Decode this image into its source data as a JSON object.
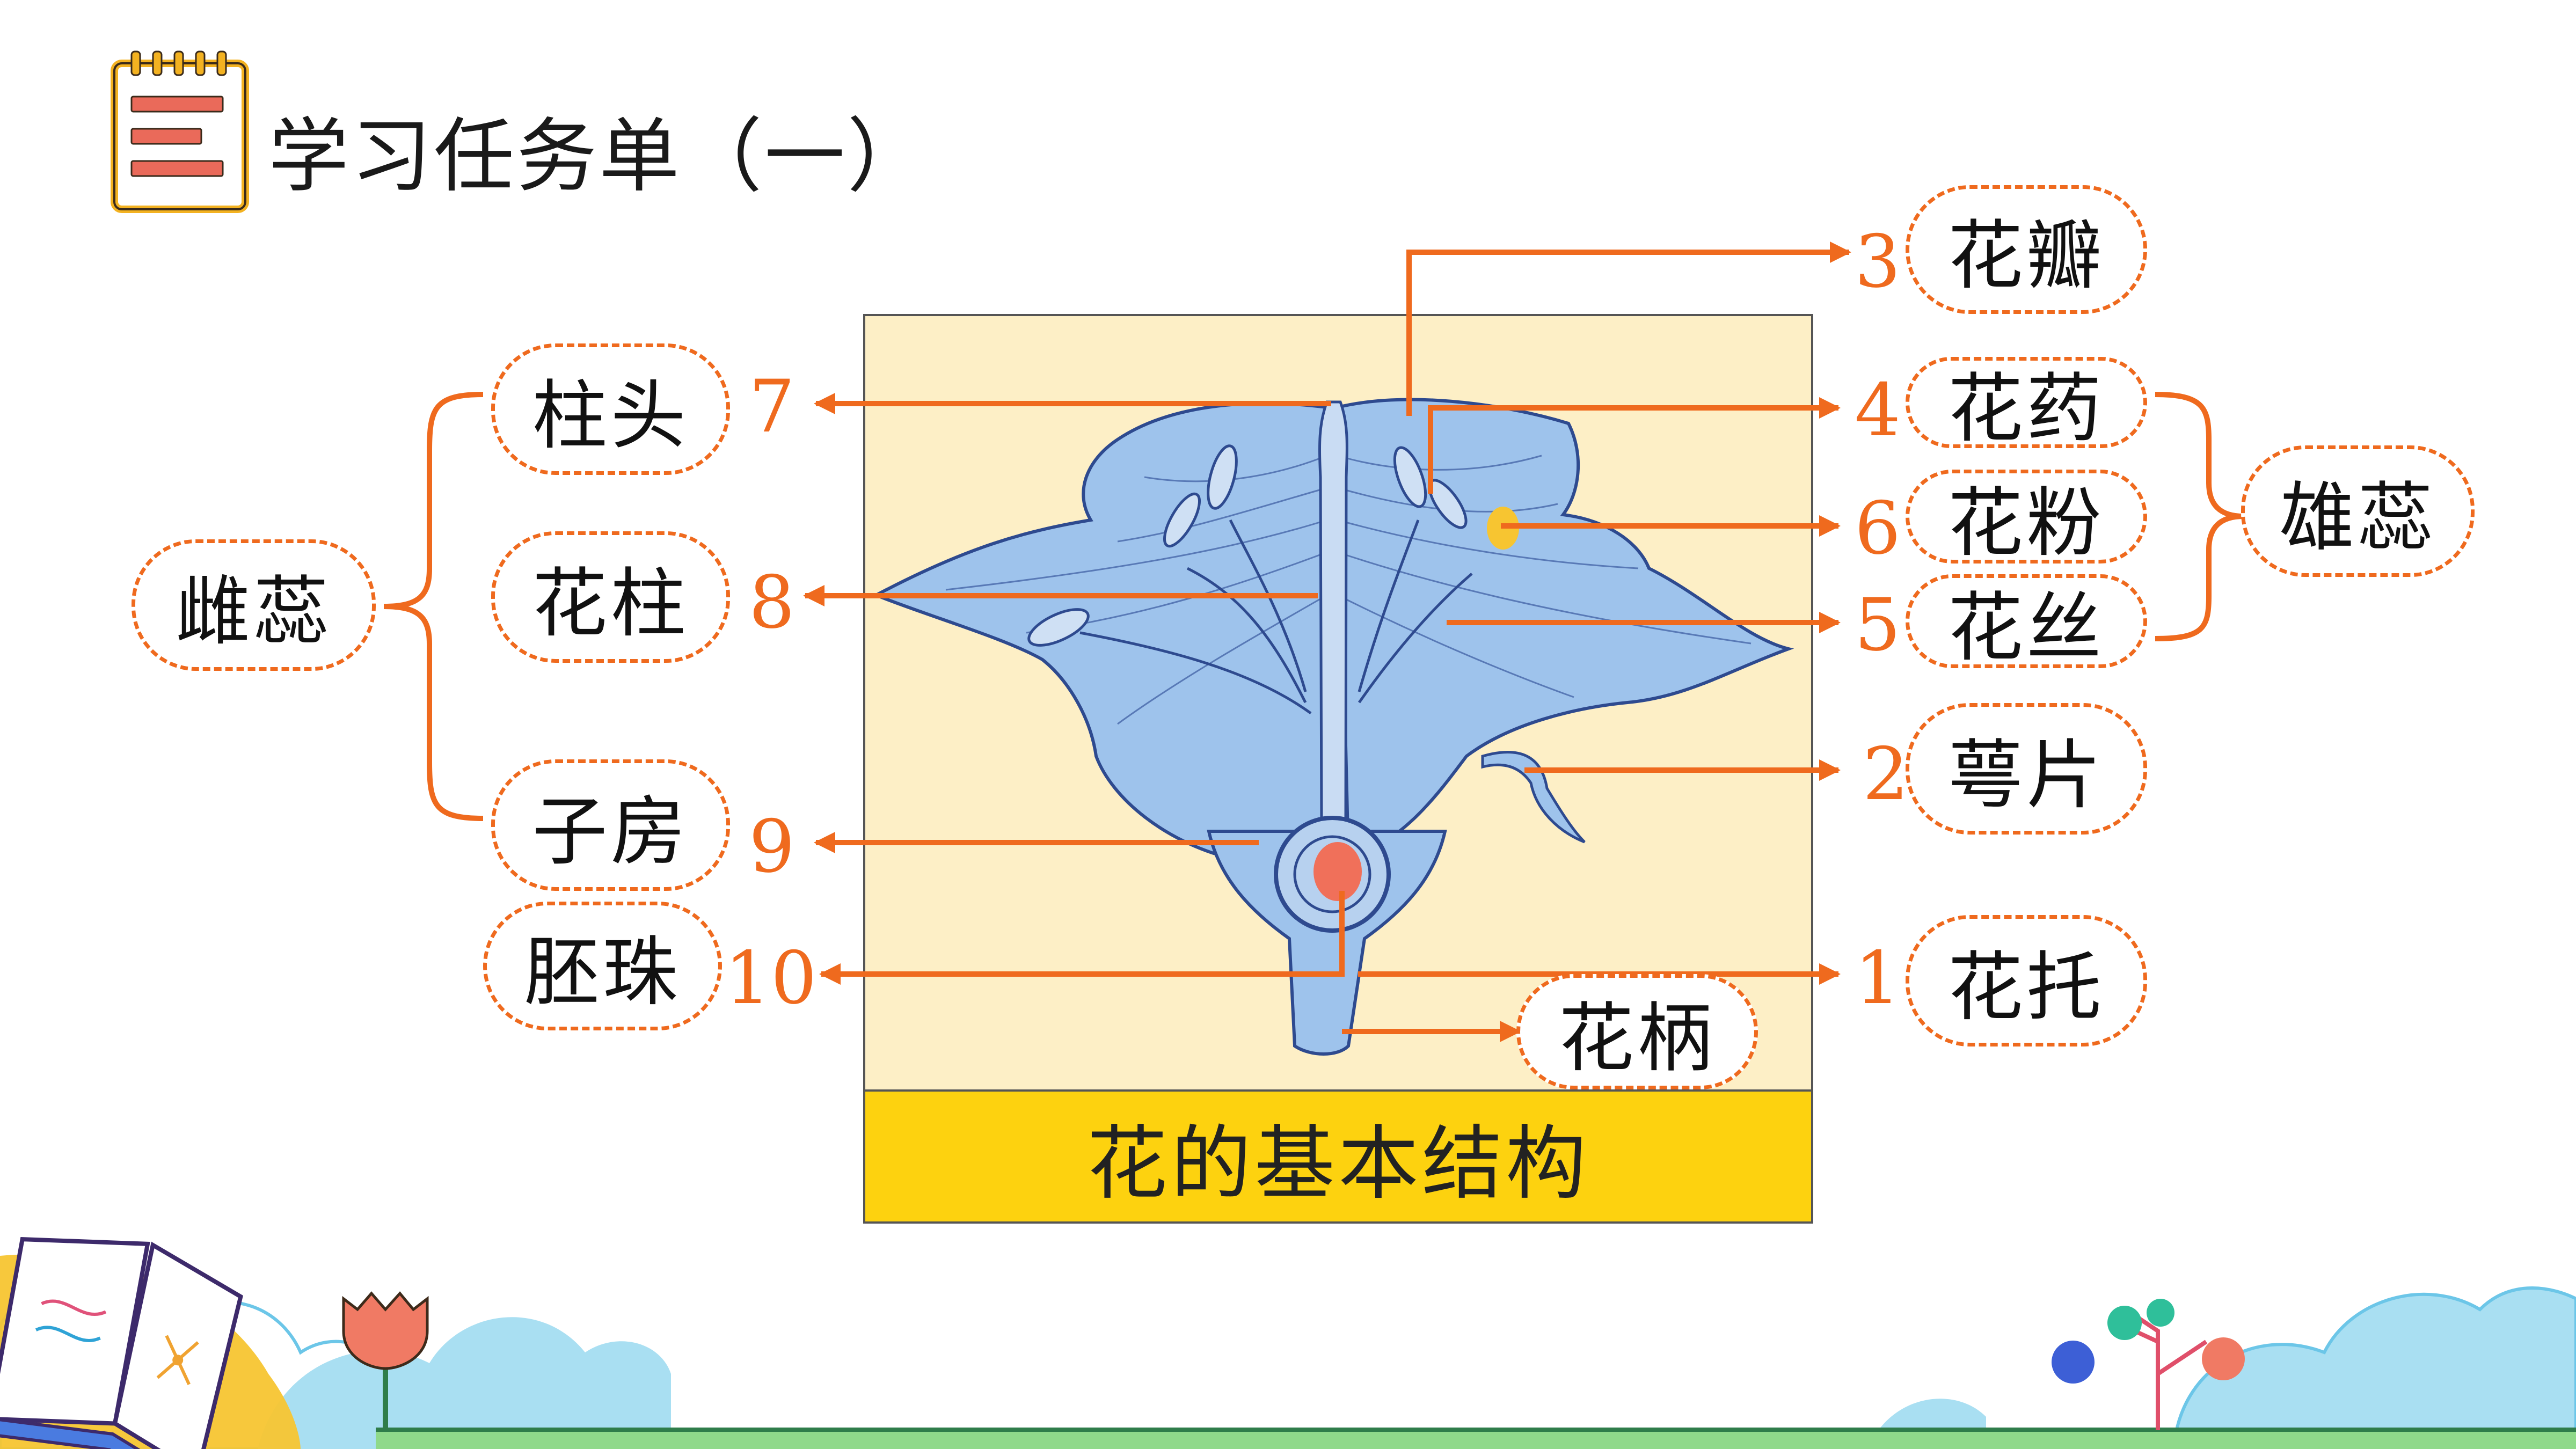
{
  "page": {
    "title": "学习任务单（一）",
    "icon": "notebook-list-icon"
  },
  "diagram": {
    "caption": "花的基本结构",
    "parts": [
      {
        "number": "1",
        "label": "花托"
      },
      {
        "number": "2",
        "label": "萼片"
      },
      {
        "number": "3",
        "label": "花瓣"
      },
      {
        "number": "4",
        "label": "花药"
      },
      {
        "number": "5",
        "label": "花丝"
      },
      {
        "number": "6",
        "label": "花粉"
      },
      {
        "number": "7",
        "label": "柱头"
      },
      {
        "number": "8",
        "label": "花柱"
      },
      {
        "number": "9",
        "label": "子房"
      },
      {
        "number": "10",
        "label": "胚珠"
      }
    ],
    "unnumbered_label": "花柄",
    "groups": [
      {
        "label": "雌蕊"
      },
      {
        "label": "雄蕊"
      }
    ]
  },
  "colors": {
    "accent": "#ef6a1e",
    "frame_background": "#fdefc6",
    "caption_background": "#fdd20f",
    "flower": "#9ec3ec",
    "flower_ink": "#2e4a8f"
  },
  "decorations": {
    "bottom_left": "open-book-icon",
    "bottom_center_left": "tulip-icon",
    "bottom_right": "lollipop-tree-icon",
    "clouds": "cloud-icon"
  }
}
